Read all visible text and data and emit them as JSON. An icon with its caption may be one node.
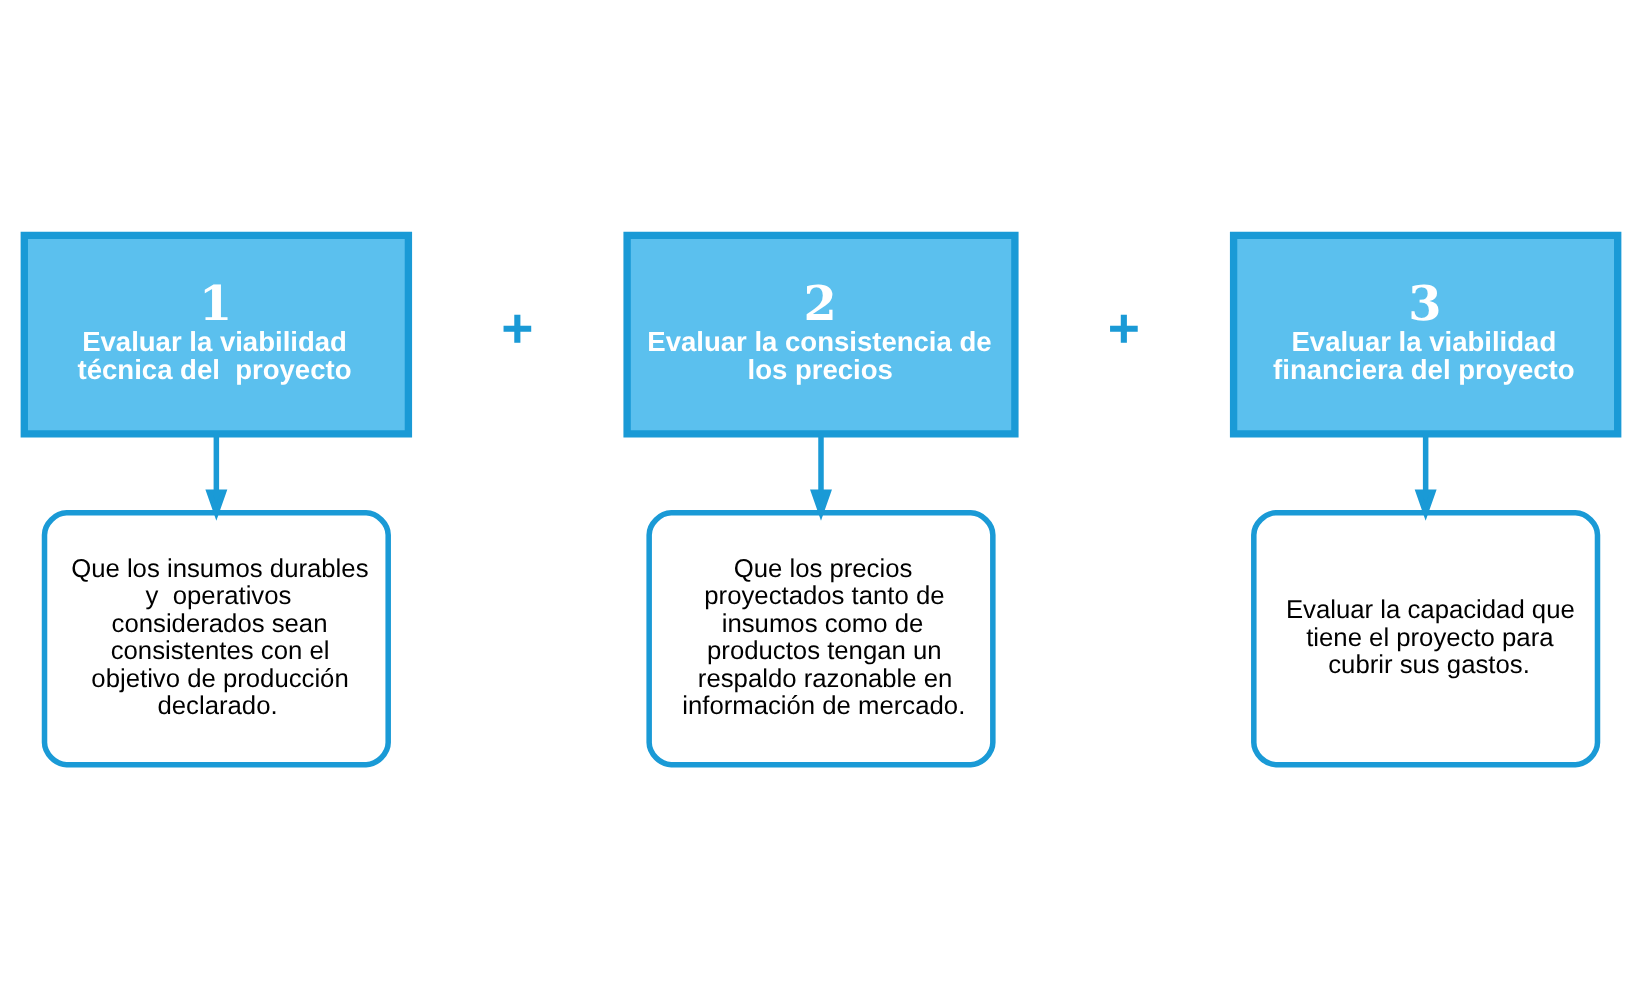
{
  "diagram": {
    "nodes": [
      {
        "text": [
          "1",
          "Evaluar la viabilidad técnica del  proyecto"
        ]
      },
      {
        "text": [
          "Que los insumos durables y  operativos considerados sean consistentes con el objetivo de producción declarado."
        ]
      },
      {
        "text": [
          "2",
          "Evaluar la consistencia de los precios"
        ]
      },
      {
        "text": [
          "Que los precios proyectados tanto de insumos como de productos tengan un respaldo razonable en información de mercado."
        ]
      },
      {
        "text": [
          "3",
          "Evaluar la viabilidad financiera del proyecto"
        ]
      },
      {
        "text": [
          "Evaluar la capacidad que tiene el proyecto para cubrir sus gastos."
        ]
      }
    ],
    "edges": [
      {
        "from": 0,
        "to": 1,
        "arrow": "to"
      },
      {
        "from": 2,
        "to": 3,
        "arrow": "to"
      },
      {
        "from": 4,
        "to": 5,
        "arrow": "to"
      }
    ],
    "labels": [
      "+",
      "+"
    ]
  }
}
